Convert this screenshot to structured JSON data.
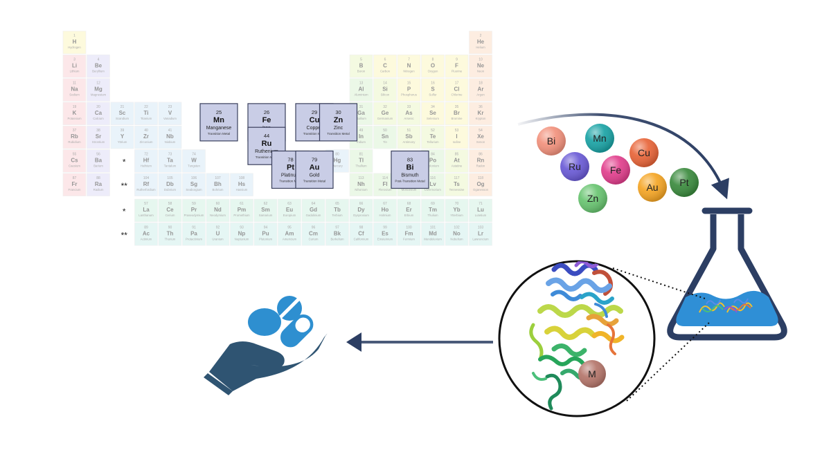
{
  "periodic_table": {
    "cells": [
      {
        "r": 1,
        "c": 1,
        "n": "1",
        "s": "H",
        "name": "Hydrogen",
        "cat": "nonmetal"
      },
      {
        "r": 1,
        "c": 18,
        "n": "2",
        "s": "He",
        "name": "Helium",
        "cat": "noble"
      },
      {
        "r": 2,
        "c": 1,
        "n": "3",
        "s": "Li",
        "name": "Lithium",
        "cat": "alkali"
      },
      {
        "r": 2,
        "c": 2,
        "n": "4",
        "s": "Be",
        "name": "Beryllium",
        "cat": "alkaline"
      },
      {
        "r": 2,
        "c": 13,
        "n": "5",
        "s": "B",
        "name": "Boron",
        "cat": "metalloid"
      },
      {
        "r": 2,
        "c": 14,
        "n": "6",
        "s": "C",
        "name": "Carbon",
        "cat": "nonmetal"
      },
      {
        "r": 2,
        "c": 15,
        "n": "7",
        "s": "N",
        "name": "Nitrogen",
        "cat": "nonmetal"
      },
      {
        "r": 2,
        "c": 16,
        "n": "8",
        "s": "O",
        "name": "Oxygen",
        "cat": "nonmetal"
      },
      {
        "r": 2,
        "c": 17,
        "n": "9",
        "s": "F",
        "name": "Fluorine",
        "cat": "nonmetal"
      },
      {
        "r": 2,
        "c": 18,
        "n": "10",
        "s": "Ne",
        "name": "Neon",
        "cat": "noble"
      },
      {
        "r": 3,
        "c": 1,
        "n": "11",
        "s": "Na",
        "name": "Sodium",
        "cat": "alkali"
      },
      {
        "r": 3,
        "c": 2,
        "n": "12",
        "s": "Mg",
        "name": "Magnesium",
        "cat": "alkaline"
      },
      {
        "r": 3,
        "c": 13,
        "n": "13",
        "s": "Al",
        "name": "Aluminium",
        "cat": "post"
      },
      {
        "r": 3,
        "c": 14,
        "n": "14",
        "s": "Si",
        "name": "Silicon",
        "cat": "metalloid"
      },
      {
        "r": 3,
        "c": 15,
        "n": "15",
        "s": "P",
        "name": "Phosphorus",
        "cat": "nonmetal"
      },
      {
        "r": 3,
        "c": 16,
        "n": "16",
        "s": "S",
        "name": "Sulfur",
        "cat": "nonmetal"
      },
      {
        "r": 3,
        "c": 17,
        "n": "17",
        "s": "Cl",
        "name": "Chlorine",
        "cat": "nonmetal"
      },
      {
        "r": 3,
        "c": 18,
        "n": "18",
        "s": "Ar",
        "name": "Argon",
        "cat": "noble"
      },
      {
        "r": 4,
        "c": 1,
        "n": "19",
        "s": "K",
        "name": "Potassium",
        "cat": "alkali"
      },
      {
        "r": 4,
        "c": 2,
        "n": "20",
        "s": "Ca",
        "name": "Calcium",
        "cat": "alkaline"
      },
      {
        "r": 4,
        "c": 3,
        "n": "21",
        "s": "Sc",
        "name": "Scandium",
        "cat": "transition"
      },
      {
        "r": 4,
        "c": 4,
        "n": "22",
        "s": "Ti",
        "name": "Titanium",
        "cat": "transition"
      },
      {
        "r": 4,
        "c": 5,
        "n": "23",
        "s": "V",
        "name": "Vanadium",
        "cat": "transition"
      },
      {
        "r": 4,
        "c": 13,
        "n": "31",
        "s": "Ga",
        "name": "Gallium",
        "cat": "post"
      },
      {
        "r": 4,
        "c": 14,
        "n": "32",
        "s": "Ge",
        "name": "Germanium",
        "cat": "metalloid"
      },
      {
        "r": 4,
        "c": 15,
        "n": "33",
        "s": "As",
        "name": "Arsenic",
        "cat": "metalloid"
      },
      {
        "r": 4,
        "c": 16,
        "n": "34",
        "s": "Se",
        "name": "Selenium",
        "cat": "nonmetal"
      },
      {
        "r": 4,
        "c": 17,
        "n": "35",
        "s": "Br",
        "name": "Bromine",
        "cat": "nonmetal"
      },
      {
        "r": 4,
        "c": 18,
        "n": "36",
        "s": "Kr",
        "name": "Krypton",
        "cat": "noble"
      },
      {
        "r": 5,
        "c": 1,
        "n": "37",
        "s": "Rb",
        "name": "Rubidium",
        "cat": "alkali"
      },
      {
        "r": 5,
        "c": 2,
        "n": "38",
        "s": "Sr",
        "name": "Strontium",
        "cat": "alkaline"
      },
      {
        "r": 5,
        "c": 3,
        "n": "39",
        "s": "Y",
        "name": "Yttrium",
        "cat": "transition"
      },
      {
        "r": 5,
        "c": 4,
        "n": "40",
        "s": "Zr",
        "name": "Zirconium",
        "cat": "transition"
      },
      {
        "r": 5,
        "c": 5,
        "n": "41",
        "s": "Nb",
        "name": "Niobium",
        "cat": "transition"
      },
      {
        "r": 5,
        "c": 13,
        "n": "49",
        "s": "In",
        "name": "Indium",
        "cat": "post"
      },
      {
        "r": 5,
        "c": 14,
        "n": "50",
        "s": "Sn",
        "name": "Tin",
        "cat": "post"
      },
      {
        "r": 5,
        "c": 15,
        "n": "51",
        "s": "Sb",
        "name": "Antimony",
        "cat": "metalloid"
      },
      {
        "r": 5,
        "c": 16,
        "n": "52",
        "s": "Te",
        "name": "Tellurium",
        "cat": "metalloid"
      },
      {
        "r": 5,
        "c": 17,
        "n": "53",
        "s": "I",
        "name": "Iodine",
        "cat": "nonmetal"
      },
      {
        "r": 5,
        "c": 18,
        "n": "54",
        "s": "Xe",
        "name": "Xenon",
        "cat": "noble"
      },
      {
        "r": 6,
        "c": 1,
        "n": "55",
        "s": "Cs",
        "name": "Caesium",
        "cat": "alkali"
      },
      {
        "r": 6,
        "c": 2,
        "n": "56",
        "s": "Ba",
        "name": "Barium",
        "cat": "alkaline"
      },
      {
        "r": 6,
        "c": 4,
        "n": "72",
        "s": "Hf",
        "name": "Hafnium",
        "cat": "transition"
      },
      {
        "r": 6,
        "c": 5,
        "n": "73",
        "s": "Ta",
        "name": "Tantalum",
        "cat": "transition"
      },
      {
        "r": 6,
        "c": 6,
        "n": "74",
        "s": "W",
        "name": "Tungsten",
        "cat": "transition"
      },
      {
        "r": 6,
        "c": 12,
        "n": "80",
        "s": "Hg",
        "name": "Mercury",
        "cat": "transition"
      },
      {
        "r": 6,
        "c": 13,
        "n": "81",
        "s": "Tl",
        "name": "Thallium",
        "cat": "post"
      },
      {
        "r": 6,
        "c": 16,
        "n": "84",
        "s": "Po",
        "name": "Polonium",
        "cat": "post"
      },
      {
        "r": 6,
        "c": 17,
        "n": "85",
        "s": "At",
        "name": "Astatine",
        "cat": "metalloid"
      },
      {
        "r": 6,
        "c": 18,
        "n": "86",
        "s": "Rn",
        "name": "Radon",
        "cat": "noble"
      },
      {
        "r": 7,
        "c": 1,
        "n": "87",
        "s": "Fr",
        "name": "Francium",
        "cat": "alkali"
      },
      {
        "r": 7,
        "c": 2,
        "n": "88",
        "s": "Ra",
        "name": "Radium",
        "cat": "alkaline"
      },
      {
        "r": 7,
        "c": 4,
        "n": "104",
        "s": "Rf",
        "name": "Rutherfordium",
        "cat": "transition"
      },
      {
        "r": 7,
        "c": 5,
        "n": "105",
        "s": "Db",
        "name": "Dubnium",
        "cat": "transition"
      },
      {
        "r": 7,
        "c": 6,
        "n": "106",
        "s": "Sg",
        "name": "Seaborgium",
        "cat": "transition"
      },
      {
        "r": 7,
        "c": 7,
        "n": "107",
        "s": "Bh",
        "name": "Bohrium",
        "cat": "transition"
      },
      {
        "r": 7,
        "c": 8,
        "n": "108",
        "s": "Hs",
        "name": "Hassium",
        "cat": "transition"
      },
      {
        "r": 7,
        "c": 13,
        "n": "113",
        "s": "Nh",
        "name": "Nihonium",
        "cat": "post"
      },
      {
        "r": 7,
        "c": 14,
        "n": "114",
        "s": "Fl",
        "name": "Flerovium",
        "cat": "post"
      },
      {
        "r": 7,
        "c": 15,
        "n": "115",
        "s": "Mc",
        "name": "Moscovium",
        "cat": "post"
      },
      {
        "r": 7,
        "c": 16,
        "n": "116",
        "s": "Lv",
        "name": "Livermorium",
        "cat": "post"
      },
      {
        "r": 7,
        "c": 17,
        "n": "117",
        "s": "Ts",
        "name": "Tennessine",
        "cat": "metalloid"
      },
      {
        "r": 7,
        "c": 18,
        "n": "118",
        "s": "Og",
        "name": "Oganesson",
        "cat": "noble"
      },
      {
        "r": 8,
        "c": 4,
        "n": "57",
        "s": "La",
        "name": "Lanthanum",
        "cat": "lanthanide"
      },
      {
        "r": 8,
        "c": 5,
        "n": "58",
        "s": "Ce",
        "name": "Cerium",
        "cat": "lanthanide"
      },
      {
        "r": 8,
        "c": 6,
        "n": "59",
        "s": "Pr",
        "name": "Praseodymium",
        "cat": "lanthanide"
      },
      {
        "r": 8,
        "c": 7,
        "n": "60",
        "s": "Nd",
        "name": "Neodymium",
        "cat": "lanthanide"
      },
      {
        "r": 8,
        "c": 8,
        "n": "61",
        "s": "Pm",
        "name": "Promethium",
        "cat": "lanthanide"
      },
      {
        "r": 8,
        "c": 9,
        "n": "62",
        "s": "Sm",
        "name": "Samarium",
        "cat": "lanthanide"
      },
      {
        "r": 8,
        "c": 10,
        "n": "63",
        "s": "Eu",
        "name": "Europium",
        "cat": "lanthanide"
      },
      {
        "r": 8,
        "c": 11,
        "n": "64",
        "s": "Gd",
        "name": "Gadolinium",
        "cat": "lanthanide"
      },
      {
        "r": 8,
        "c": 12,
        "n": "65",
        "s": "Tb",
        "name": "Terbium",
        "cat": "lanthanide"
      },
      {
        "r": 8,
        "c": 13,
        "n": "66",
        "s": "Dy",
        "name": "Dysprosium",
        "cat": "lanthanide"
      },
      {
        "r": 8,
        "c": 14,
        "n": "67",
        "s": "Ho",
        "name": "Holmium",
        "cat": "lanthanide"
      },
      {
        "r": 8,
        "c": 15,
        "n": "68",
        "s": "Er",
        "name": "Erbium",
        "cat": "lanthanide"
      },
      {
        "r": 8,
        "c": 16,
        "n": "69",
        "s": "Tm",
        "name": "Thulium",
        "cat": "lanthanide"
      },
      {
        "r": 8,
        "c": 17,
        "n": "70",
        "s": "Yb",
        "name": "Ytterbium",
        "cat": "lanthanide"
      },
      {
        "r": 8,
        "c": 18,
        "n": "71",
        "s": "Lu",
        "name": "Lutetium",
        "cat": "lanthanide"
      },
      {
        "r": 9,
        "c": 4,
        "n": "89",
        "s": "Ac",
        "name": "Actinium",
        "cat": "actinide"
      },
      {
        "r": 9,
        "c": 5,
        "n": "90",
        "s": "Th",
        "name": "Thorium",
        "cat": "actinide"
      },
      {
        "r": 9,
        "c": 6,
        "n": "91",
        "s": "Pa",
        "name": "Protactinium",
        "cat": "actinide"
      },
      {
        "r": 9,
        "c": 7,
        "n": "92",
        "s": "U",
        "name": "Uranium",
        "cat": "actinide"
      },
      {
        "r": 9,
        "c": 8,
        "n": "93",
        "s": "Np",
        "name": "Neptunium",
        "cat": "actinide"
      },
      {
        "r": 9,
        "c": 9,
        "n": "94",
        "s": "Pu",
        "name": "Plutonium",
        "cat": "actinide"
      },
      {
        "r": 9,
        "c": 10,
        "n": "95",
        "s": "Am",
        "name": "Americium",
        "cat": "actinide"
      },
      {
        "r": 9,
        "c": 11,
        "n": "96",
        "s": "Cm",
        "name": "Curium",
        "cat": "actinide"
      },
      {
        "r": 9,
        "c": 12,
        "n": "97",
        "s": "Bk",
        "name": "Berkelium",
        "cat": "actinide"
      },
      {
        "r": 9,
        "c": 13,
        "n": "98",
        "s": "Cf",
        "name": "Californium",
        "cat": "actinide"
      },
      {
        "r": 9,
        "c": 14,
        "n": "99",
        "s": "Es",
        "name": "Einsteinium",
        "cat": "actinide"
      },
      {
        "r": 9,
        "c": 15,
        "n": "100",
        "s": "Fm",
        "name": "Fermium",
        "cat": "actinide"
      },
      {
        "r": 9,
        "c": 16,
        "n": "101",
        "s": "Md",
        "name": "Mendelevium",
        "cat": "actinide"
      },
      {
        "r": 9,
        "c": 17,
        "n": "102",
        "s": "No",
        "name": "Nobelium",
        "cat": "actinide"
      },
      {
        "r": 9,
        "c": 18,
        "n": "103",
        "s": "Lr",
        "name": "Lawrencium",
        "cat": "actinide"
      }
    ],
    "markers": [
      {
        "r": 6,
        "c": 3,
        "text": "*"
      },
      {
        "r": 7,
        "c": 3,
        "text": "**"
      },
      {
        "r": 8,
        "c": 3,
        "text": "*"
      },
      {
        "r": 9,
        "c": 3,
        "text": "**"
      }
    ],
    "highlighted": [
      {
        "r": 4,
        "c": 7,
        "n": "25",
        "s": "Mn",
        "name": "Manganese",
        "cat_label": "Transition Metal"
      },
      {
        "r": 4,
        "c": 9,
        "n": "26",
        "s": "Fe",
        "name": "Iron",
        "cat_label": "Transition Metal"
      },
      {
        "r": 5,
        "c": 9,
        "n": "44",
        "s": "Ru",
        "name": "Ruthenium",
        "cat_label": "Transition Metal"
      },
      {
        "r": 4,
        "c": 11,
        "n": "29",
        "s": "Cu",
        "name": "Copper",
        "cat_label": "Transition Metal"
      },
      {
        "r": 4,
        "c": 12,
        "n": "30",
        "s": "Zn",
        "name": "Zinc",
        "cat_label": "Transition Metal"
      },
      {
        "r": 6,
        "c": 10,
        "n": "78",
        "s": "Pt",
        "name": "Platinum",
        "cat_label": "Transition Metal"
      },
      {
        "r": 6,
        "c": 11,
        "n": "79",
        "s": "Au",
        "name": "Gold",
        "cat_label": "Transition Metal"
      },
      {
        "r": 6,
        "c": 15,
        "n": "83",
        "s": "Bi",
        "name": "Bismuth",
        "cat_label": "Post-Transition Metal"
      }
    ],
    "category_colors": {
      "alkali": "#fbd9dc",
      "alkaline": "#e3e2f7",
      "transition": "#dcecf8",
      "post": "#e0f4d9",
      "metalloid": "#eef7cf",
      "nonmetal": "#fdf7c9",
      "noble": "#fde3cf",
      "lanthanide": "#d8f3e6",
      "actinide": "#d6f1ee"
    },
    "highlight_color": "#c9cde6"
  },
  "metal_spheres": [
    {
      "label": "Bi",
      "color": "#f2917c"
    },
    {
      "label": "Mn",
      "color": "#1aa3a5"
    },
    {
      "label": "Cu",
      "color": "#e86438"
    },
    {
      "label": "Ru",
      "color": "#6a5ad6"
    },
    {
      "label": "Fe",
      "color": "#e13e8c"
    },
    {
      "label": "Au",
      "color": "#f5a524"
    },
    {
      "label": "Pt",
      "color": "#3a8a3d"
    },
    {
      "label": "Zn",
      "color": "#68c470"
    }
  ],
  "metal_ion_label": "M",
  "colors": {
    "navy": "#2c3e63",
    "hand": "#2f5472",
    "pill": "#2e8fd0",
    "liquid": "#2f8fd6",
    "arrow": "#2c3e63"
  },
  "icons": [
    "hand-icon",
    "pill-icon",
    "capsule-icon",
    "flask-icon",
    "protein-icon",
    "arrow-icon"
  ]
}
